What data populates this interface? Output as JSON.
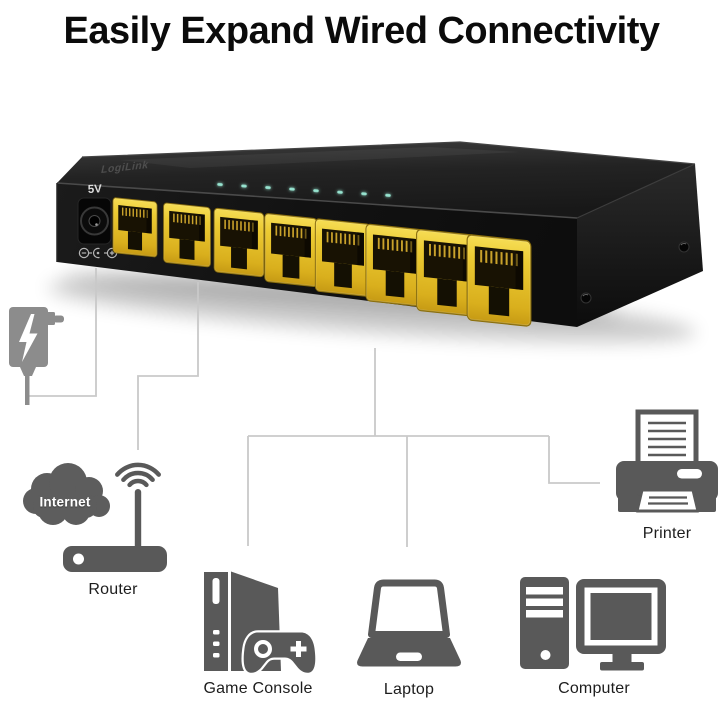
{
  "title": "Easily Expand Wired Connectivity",
  "switch": {
    "brand": "LogiLink",
    "power_port_label": "5V",
    "ports_count": 8,
    "led_count": 8
  },
  "devices": {
    "internet": "Internet",
    "router": "Router",
    "printer": "Printer",
    "game_console": "Game Console",
    "laptop": "Laptop",
    "computer": "Computer"
  },
  "colors": {
    "port_yellow": "#ecc937",
    "led_teal": "#97e4d0",
    "icon_gray": "#595959",
    "adapter_gray": "#8c8c8c",
    "cable_line_gray": "#c9c9c9",
    "switch_body": "#141414"
  }
}
